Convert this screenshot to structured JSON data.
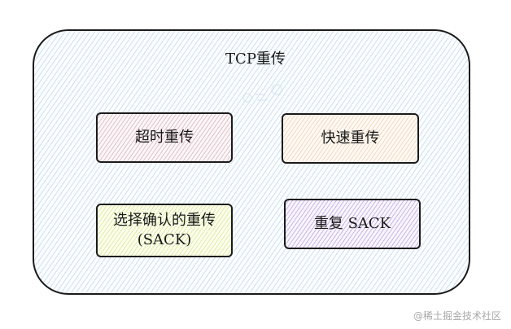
{
  "diagram": {
    "title": "TCP重传",
    "boxes": [
      {
        "label": "超时重传"
      },
      {
        "label": "快速重传"
      },
      {
        "label": "选择确认的重传\n(SACK)"
      },
      {
        "label": "重复 SACK"
      }
    ]
  },
  "watermark": "@稀土掘金技术社区"
}
